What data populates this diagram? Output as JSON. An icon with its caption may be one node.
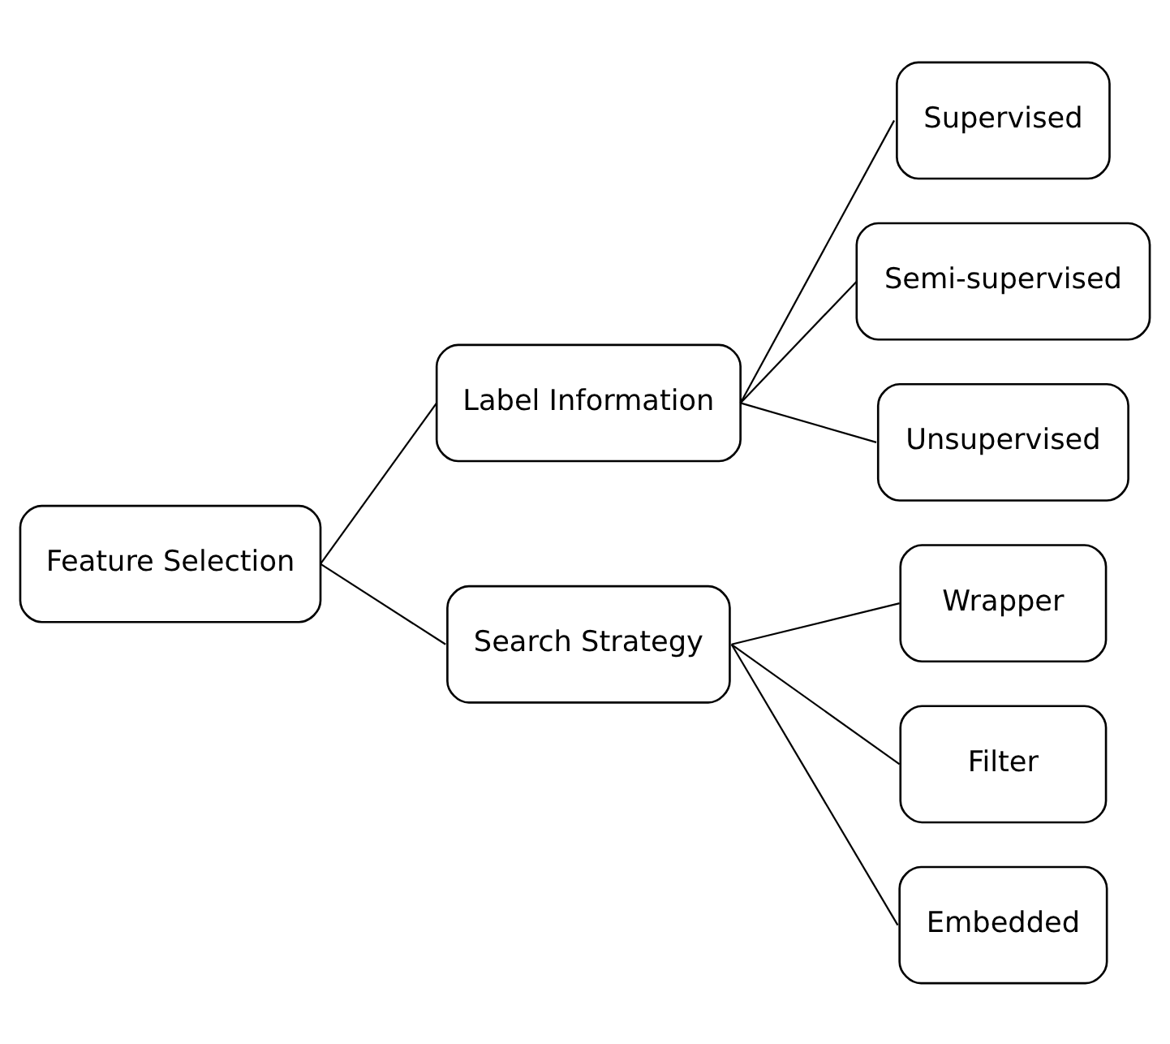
{
  "diagram": {
    "nodes": [
      {
        "text": [
          "Feature Selection"
        ]
      },
      {
        "text": [
          "Label Information"
        ]
      },
      {
        "text": [
          "Supervised"
        ]
      },
      {
        "text": [
          "Semi-supervised"
        ]
      },
      {
        "text": [
          "Unsupervised"
        ]
      },
      {
        "text": [
          "Search Strategy"
        ]
      },
      {
        "text": [
          "Wrapper"
        ]
      },
      {
        "text": [
          "Filter"
        ]
      },
      {
        "text": [
          "Embedded"
        ]
      }
    ],
    "edges": [
      {
        "from": 0,
        "to": 1,
        "arrow": "none"
      },
      {
        "from": 0,
        "to": 5,
        "arrow": "none"
      },
      {
        "from": 1,
        "to": 2,
        "arrow": "none"
      },
      {
        "from": 1,
        "to": 3,
        "arrow": "none"
      },
      {
        "from": 1,
        "to": 4,
        "arrow": "none"
      },
      {
        "from": 5,
        "to": 6,
        "arrow": "none"
      },
      {
        "from": 5,
        "to": 7,
        "arrow": "none"
      },
      {
        "from": 5,
        "to": 8,
        "arrow": "none"
      }
    ]
  }
}
